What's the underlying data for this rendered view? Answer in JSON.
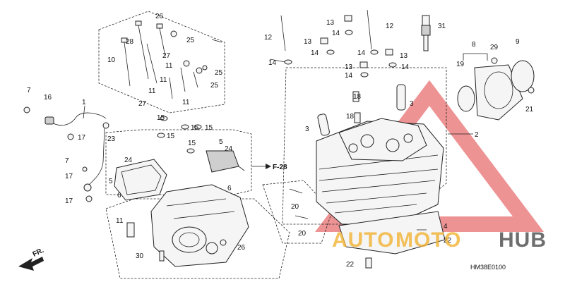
{
  "labels": {
    "l1": "1",
    "l2": "2",
    "l3a": "3",
    "l3b": "3",
    "l4": "4",
    "l5a": "5",
    "l5b": "5",
    "l6a": "6",
    "l6b": "6",
    "l7a": "7",
    "l7b": "7",
    "l8": "8",
    "l9": "9",
    "l10": "10",
    "l11a": "11",
    "l11b": "11",
    "l11c": "11",
    "l11d": "11",
    "l11e": "11",
    "l12a": "12",
    "l12b": "12",
    "l13a": "13",
    "l13b": "13",
    "l13c": "13",
    "l13d": "13",
    "l14a": "14",
    "l14b": "14",
    "l14c": "14",
    "l14d": "14",
    "l14e": "14",
    "l15a": "15",
    "l15b": "15",
    "l15c": "15",
    "l15d": "15",
    "l15e": "15",
    "l16": "16",
    "l17a": "17",
    "l17b": "17",
    "l17c": "17",
    "l18a": "18",
    "l18b": "18",
    "l19": "19",
    "l20a": "20",
    "l20b": "20",
    "l21": "21",
    "l22a": "22",
    "l22b": "22",
    "l23": "23",
    "l24a": "24",
    "l24b": "24",
    "l25a": "25",
    "l25b": "25",
    "l25c": "25",
    "l26a": "26",
    "l26b": "26",
    "l27a": "27",
    "l27b": "27",
    "l28": "28",
    "l29": "29",
    "l30": "30",
    "l31": "31"
  },
  "ref_f28": "F-28",
  "front_mark": "FR.",
  "diagram_code": "HM38E0100",
  "watermark": {
    "part1": "AUTO",
    "part2": "MOTO",
    "part3": "HUB",
    "color_accent": "#f2b233",
    "color_triangle": "#e03a3a"
  }
}
